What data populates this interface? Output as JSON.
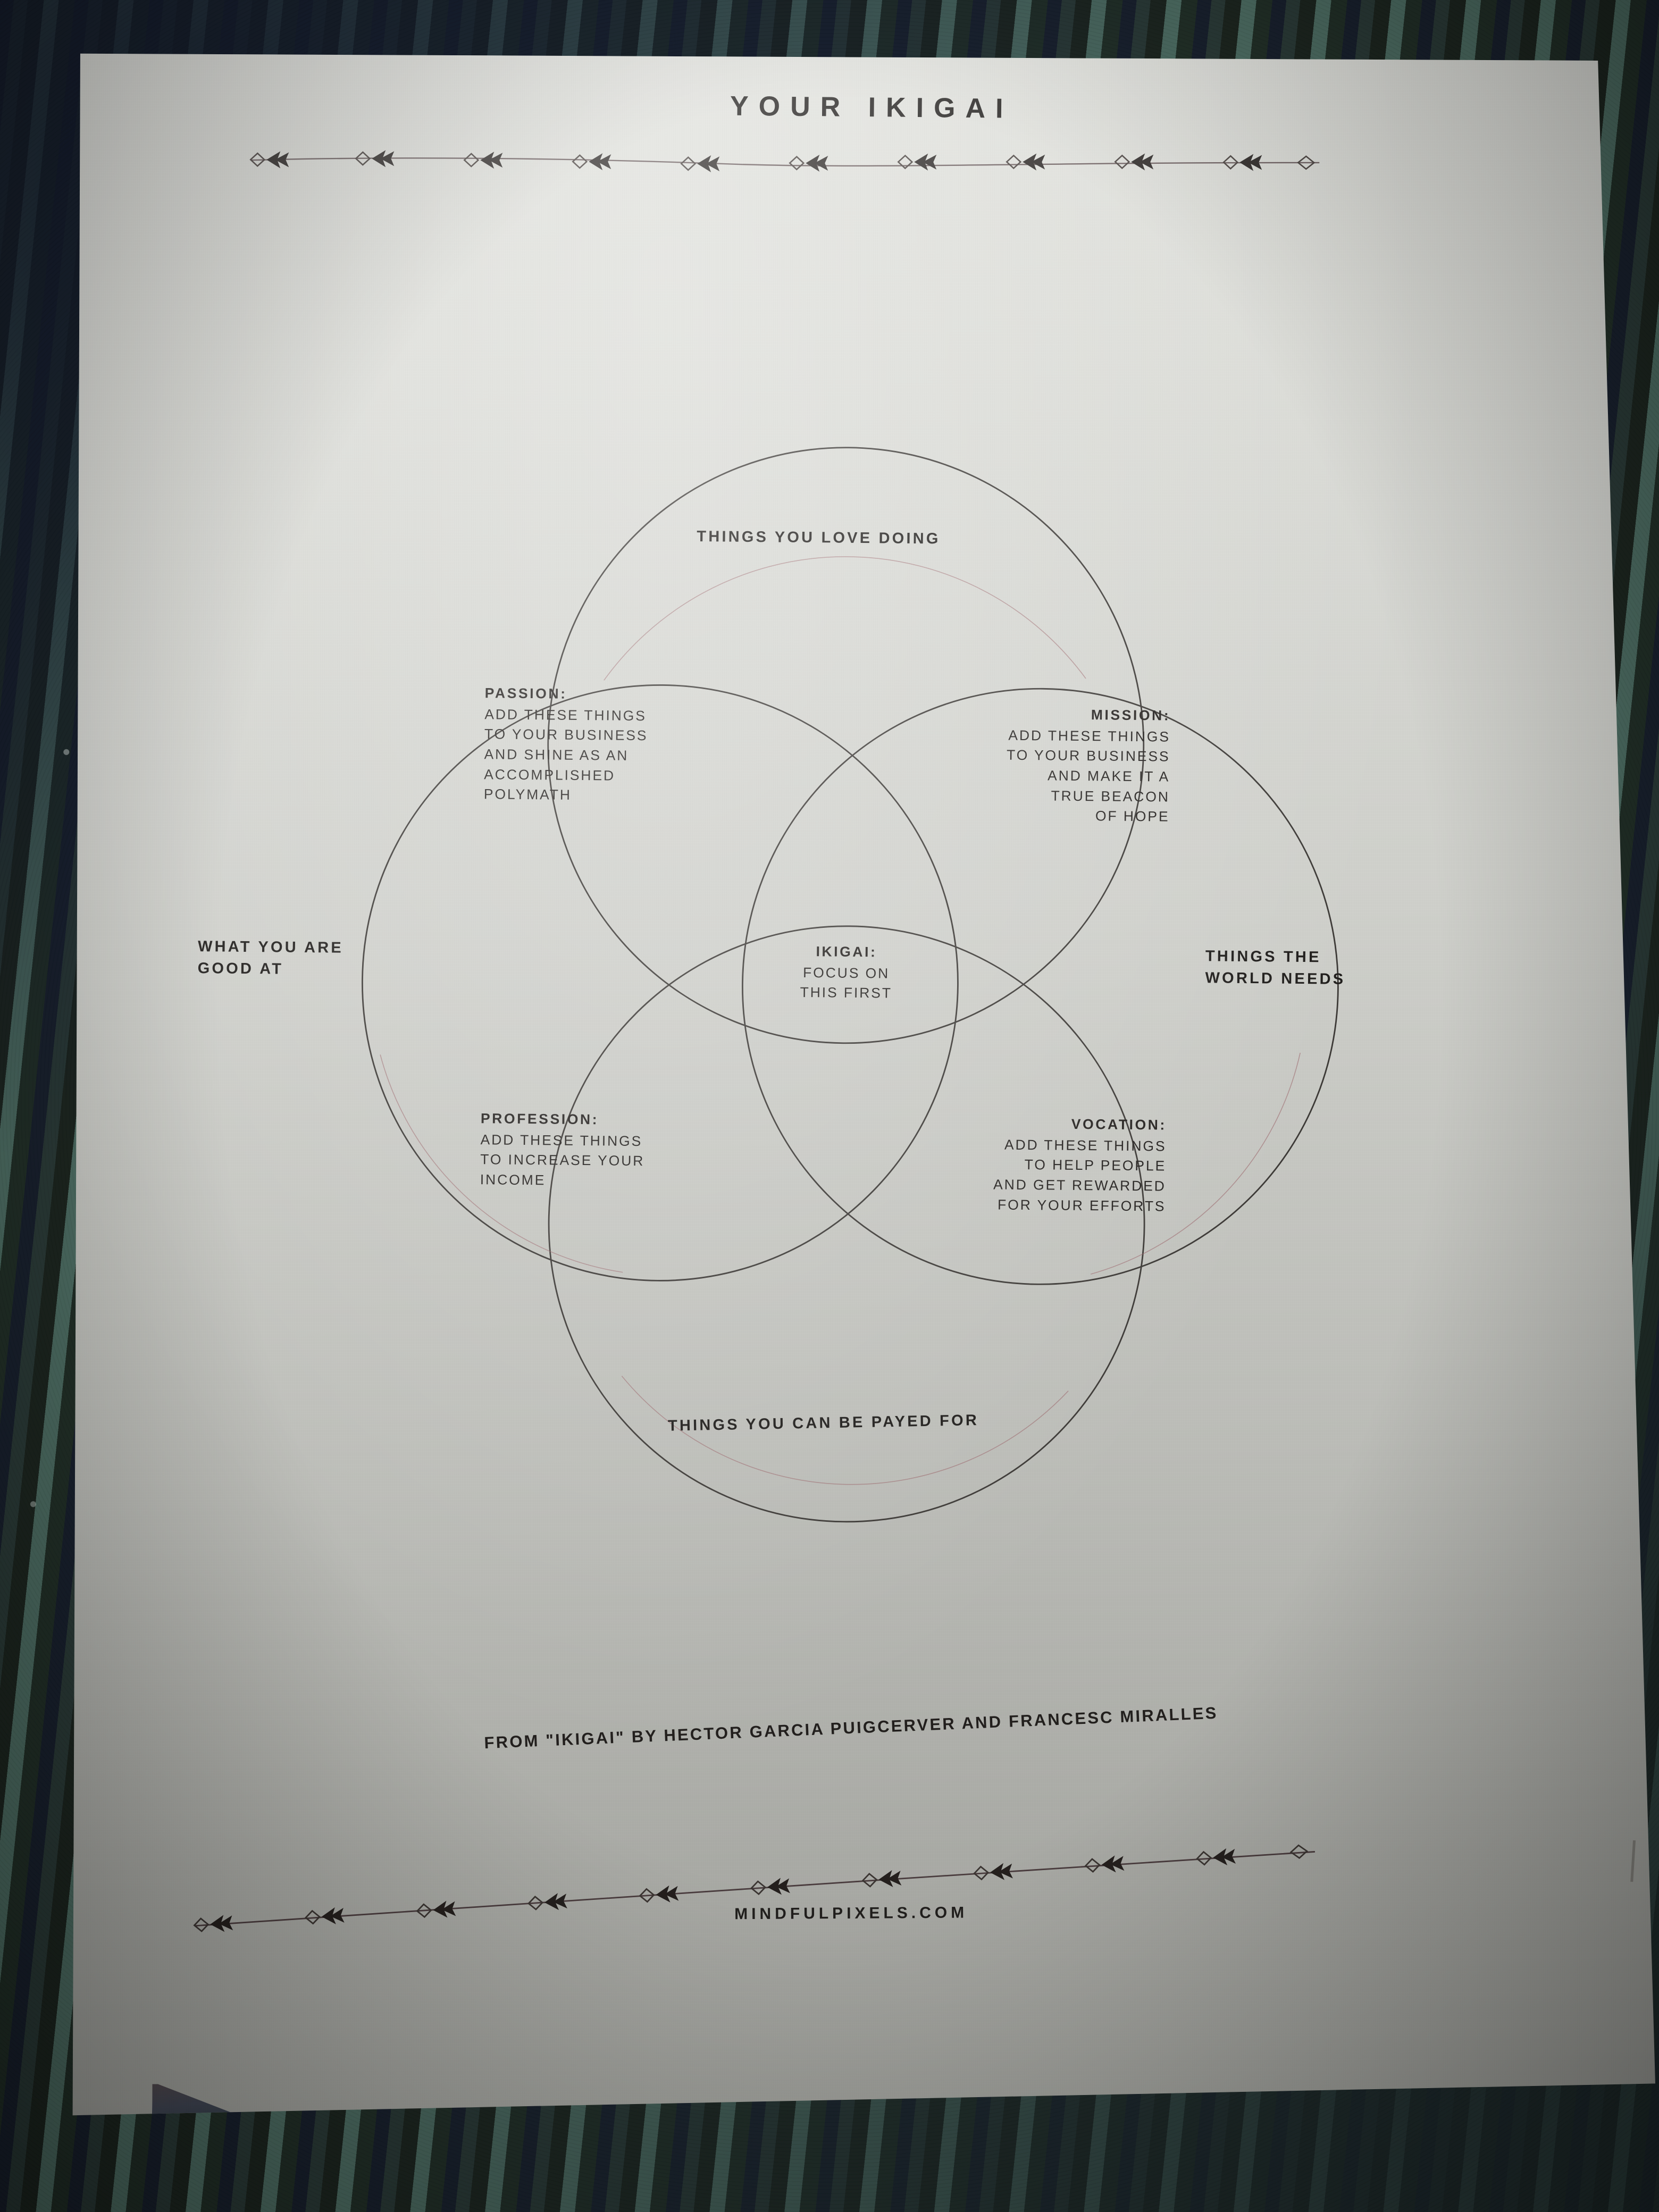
{
  "poster": {
    "title": "YOUR IKIGAI",
    "attribution": "FROM \"IKIGAI\" BY HECTOR GARCIA PUIGCERVER AND FRANCESC MIRALLES",
    "website": "MINDFULPIXELS.COM"
  },
  "colors": {
    "ink": "#23211f",
    "paper": "#d6d7d2",
    "stroke": "#3a3734",
    "accent_red": "#8d5b60",
    "backdrop": "#26332f"
  },
  "chart_data": {
    "type": "diagram",
    "subtype": "four-circle-venn",
    "title": "YOUR IKIGAI",
    "circles": [
      {
        "id": "love",
        "label": "THINGS YOU LOVE DOING",
        "position": "top"
      },
      {
        "id": "good",
        "label": "WHAT YOU ARE\nGOOD AT",
        "position": "left"
      },
      {
        "id": "world",
        "label": "THINGS THE\nWORLD NEEDS",
        "position": "right"
      },
      {
        "id": "payed",
        "label": "THINGS YOU CAN BE PAYED FOR",
        "position": "bottom"
      }
    ],
    "intersections": [
      {
        "id": "passion",
        "heading": "PASSION:",
        "body": "ADD THESE THINGS\nTO YOUR BUSINESS\nAND SHINE AS AN\nACCOMPLISHED\nPOLYMATH",
        "between": [
          "love",
          "good"
        ],
        "align": "left"
      },
      {
        "id": "mission",
        "heading": "MISSION:",
        "body": "ADD THESE THINGS\nTO YOUR BUSINESS\nAND MAKE IT A\nTRUE BEACON\nOF HOPE",
        "between": [
          "love",
          "world"
        ],
        "align": "right"
      },
      {
        "id": "profession",
        "heading": "PROFESSION:",
        "body": "ADD THESE THINGS\nTO INCREASE YOUR\nINCOME",
        "between": [
          "good",
          "payed"
        ],
        "align": "left"
      },
      {
        "id": "vocation",
        "heading": "VOCATION:",
        "body": "ADD THESE THINGS\nTO HELP PEOPLE\nAND GET REWARDED\nFOR YOUR EFFORTS",
        "between": [
          "world",
          "payed"
        ],
        "align": "right"
      },
      {
        "id": "ikigai",
        "heading": "IKIGAI:",
        "body": "FOCUS ON\nTHIS FIRST",
        "between": [
          "love",
          "good",
          "world",
          "payed"
        ],
        "align": "center"
      }
    ]
  },
  "labels": {
    "love": "THINGS YOU LOVE DOING",
    "good": "WHAT YOU ARE\nGOOD AT",
    "world": "THINGS THE\nWORLD NEEDS",
    "payed": "THINGS YOU CAN BE PAYED FOR"
  },
  "segments": {
    "passion": {
      "heading": "PASSION:",
      "body": "ADD THESE THINGS\nTO YOUR BUSINESS\nAND SHINE AS AN\nACCOMPLISHED\nPOLYMATH"
    },
    "mission": {
      "heading": "MISSION:",
      "body": "ADD THESE THINGS\nTO YOUR BUSINESS\nAND MAKE IT A\nTRUE BEACON\nOF HOPE"
    },
    "profession": {
      "heading": "PROFESSION:",
      "body": "ADD THESE THINGS\nTO INCREASE YOUR\nINCOME"
    },
    "vocation": {
      "heading": "VOCATION:",
      "body": "ADD THESE THINGS\nTO HELP PEOPLE\nAND GET REWARDED\nFOR YOUR EFFORTS"
    },
    "ikigai": {
      "heading": "IKIGAI:",
      "body": "FOCUS ON\nTHIS FIRST"
    }
  }
}
